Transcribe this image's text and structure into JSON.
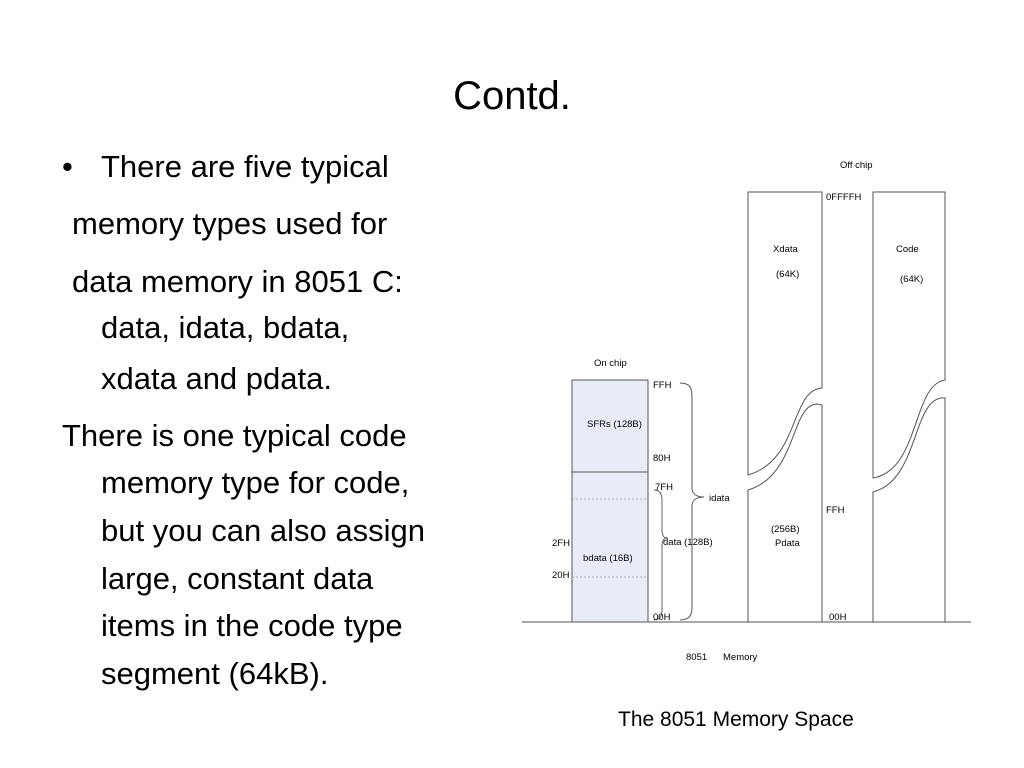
{
  "slide": {
    "title": "Contd.",
    "bullet": "•",
    "lines": [
      "There are five typical",
      "memory types used for",
      "data memory in 8051 C:",
      "data, idata, bdata,",
      "xdata and pdata.",
      "There is one typical code",
      "memory type for code,",
      "but you  can also assign",
      "large, constant data",
      "items in the code type",
      "segment (64kB)."
    ],
    "caption": "The 8051 Memory Space"
  },
  "diagram": {
    "on_chip": "On chip",
    "off_chip": "Off chip",
    "sfrs": "SFRs (128B)",
    "bdata": "bdata (16B)",
    "data": "data (128B)",
    "idata": "idata",
    "xdata": "Xdata",
    "xdata_size": "(64K)",
    "code": "Code",
    "code_size": "(64K)",
    "pdata_size": "(256B)",
    "pdata": "Pdata",
    "addr_ffh": "FFH",
    "addr_80h": "80H",
    "addr_7fh": "7FH",
    "addr_2fh": "2FH",
    "addr_20h": "20H",
    "addr_00h": "00H",
    "addr_0ffffh": "0FFFFH",
    "addr_ffh_x": "FFH",
    "addr_00h_x": "00H",
    "footer_8051": "8051",
    "footer_memory": "Memory",
    "colors": {
      "onchip_fill": "#e8ecf8",
      "line": "#555555"
    }
  }
}
